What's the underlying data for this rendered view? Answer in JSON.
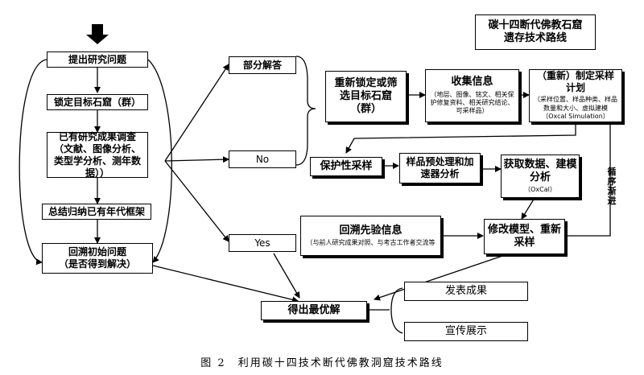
{
  "title_box": {
    "line1": "碳十四断代佛教石窟",
    "line2": "遗存技术路线"
  },
  "left_column": {
    "step1": "提出研究问题",
    "step2": "锁定目标石窟（群）",
    "step3": "已有研究成果调查（文献、图像分析、类型学分析、测年数据））",
    "step4": "总结归纳已有年代框架",
    "step5_line1": "回溯初始问题",
    "step5_line2": "（是否得到解决）"
  },
  "branches": {
    "partial": "部分解答",
    "no": "No",
    "yes": "Yes"
  },
  "top_row": {
    "relock": "重新锁定或筛选目标石窟（群）",
    "collect_title": "收集信息",
    "collect_detail": "（地层、图像、铭文、相关保护修复资料、相关研究结论、可采样品）",
    "plan_title": "（重新）制定采样计划",
    "plan_detail": "（采样位置、样品种类、样品数量和大小、虚拟建模（Oxcal Simulation）"
  },
  "middle_row": {
    "protective": "保护性采样",
    "pretreat": "样品预处理和加速器分析",
    "model_title": "获取数据、建模分析",
    "model_detail": "（OxCal）"
  },
  "lower_row": {
    "review_title": "回溯先验信息",
    "review_detail": "（与前人研究成果对照、与考古工作者交流等",
    "revise": "修改模型、重新采样"
  },
  "iterate_label": "循序渐进",
  "outcome": {
    "optimal": "得出最优解",
    "publish": "发表成果",
    "promote": "宣传展示"
  },
  "caption": "图 2　利用碳十四技术断代佛教洞窟技术路线"
}
